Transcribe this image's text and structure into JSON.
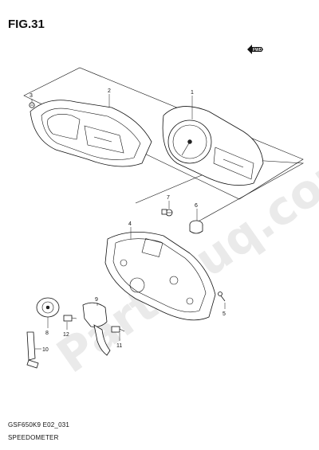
{
  "figure": {
    "title": "FIG.31",
    "fwd_label": "FWD",
    "model_code": "GSF650K9 E02_031",
    "assembly_name": "SPEEDOMETER"
  },
  "watermark": {
    "text": "Partsouq.com"
  },
  "callouts": [
    {
      "number": "1",
      "part": "speedometer assembly"
    },
    {
      "number": "2",
      "part": "upper case"
    },
    {
      "number": "3",
      "part": "screw"
    },
    {
      "number": "4",
      "part": "lower case"
    },
    {
      "number": "5",
      "part": "screw"
    },
    {
      "number": "6",
      "part": "grommet"
    },
    {
      "number": "7",
      "part": "screw"
    },
    {
      "number": "8",
      "part": "cushion"
    },
    {
      "number": "9",
      "part": "bracket"
    },
    {
      "number": "10",
      "part": "stay"
    },
    {
      "number": "11",
      "part": "bolt"
    },
    {
      "number": "12",
      "part": "bolt"
    }
  ]
}
